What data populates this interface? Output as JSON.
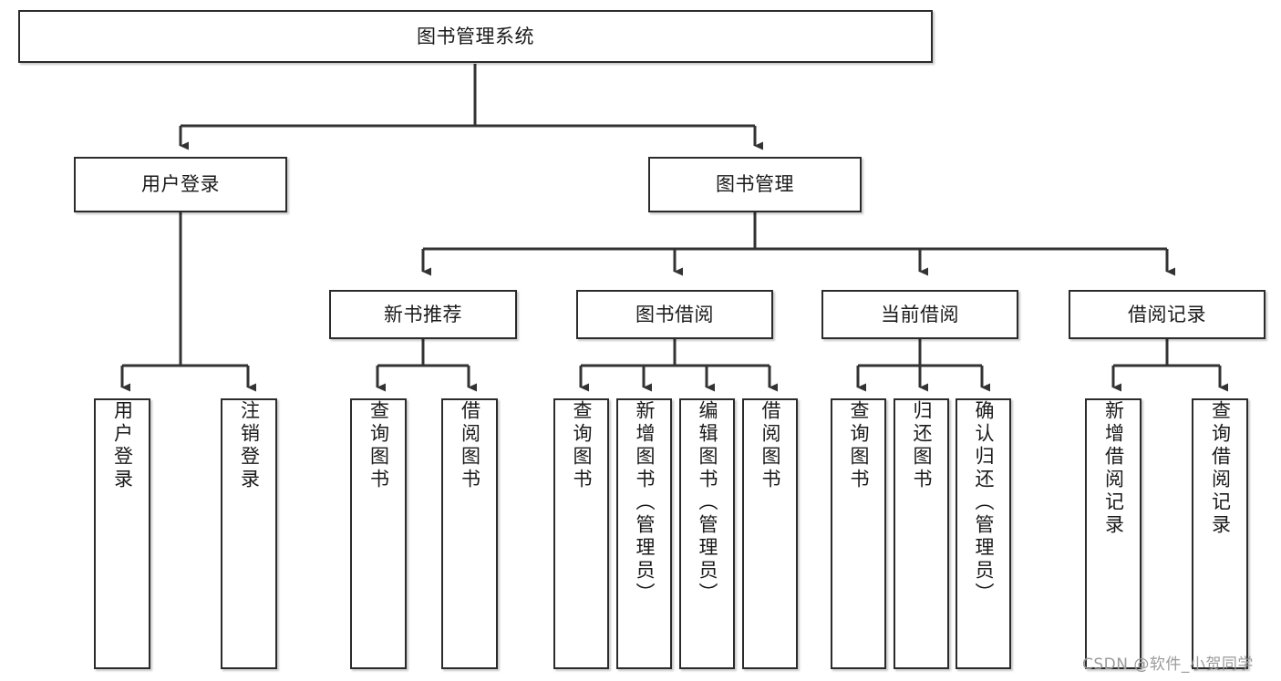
{
  "diagram": {
    "type": "tree",
    "title": "图书管理系统",
    "orientation": "top-down",
    "colors": {
      "box_border": "#2b2b2b",
      "box_fill": "#ffffff",
      "connector": "#333333",
      "text": "#1a1a1a",
      "watermark": "#9b9b9b"
    },
    "nodes": {
      "root": {
        "label": "图书管理系统"
      },
      "level2": [
        {
          "label": "用户登录"
        },
        {
          "label": "图书管理"
        }
      ],
      "level3": [
        {
          "label": "新书推荐"
        },
        {
          "label": "图书借阅"
        },
        {
          "label": "当前借阅"
        },
        {
          "label": "借阅记录"
        }
      ],
      "leaves": {
        "user_login": [
          {
            "label": "用户登录"
          },
          {
            "label": "注销登录"
          }
        ],
        "new_book_recommend": [
          {
            "label": "查询图书"
          },
          {
            "label": "借阅图书"
          }
        ],
        "book_borrow": [
          {
            "label": "查询图书"
          },
          {
            "label": "新增图书（管理员）"
          },
          {
            "label": "编辑图书（管理员）"
          },
          {
            "label": "借阅图书"
          }
        ],
        "current_borrow": [
          {
            "label": "查询图书"
          },
          {
            "label": "归还图书"
          },
          {
            "label": "确认归还（管理员）"
          }
        ],
        "borrow_record": [
          {
            "label": "新增借阅记录"
          },
          {
            "label": "查询借阅记录"
          }
        ]
      }
    }
  },
  "watermark": {
    "text": "CSDN @软件_小贺同学"
  }
}
